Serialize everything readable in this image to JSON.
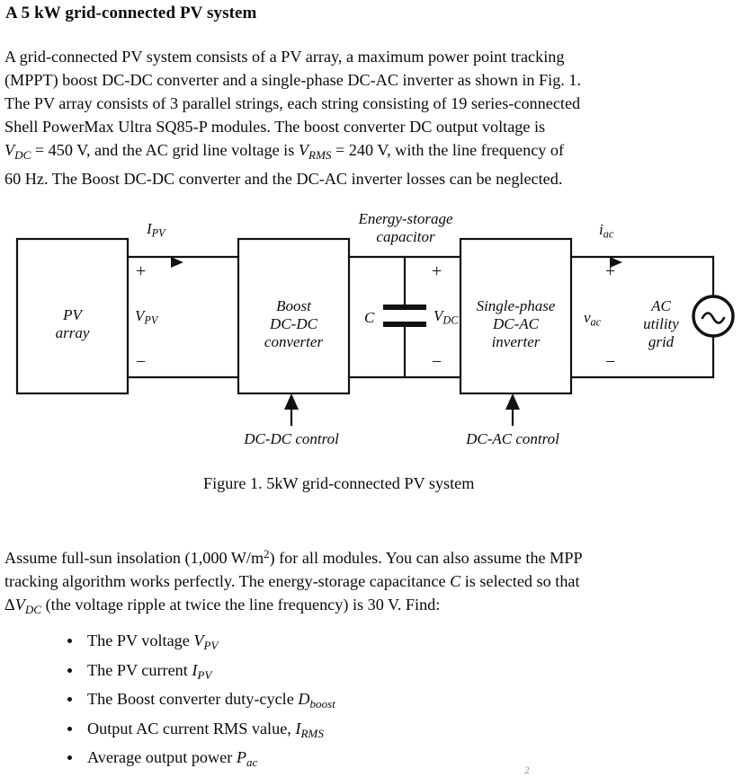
{
  "document": {
    "title": "A 5 kW grid-connected PV system",
    "paragraph1_lines": [
      "A grid-connected PV system consists of a PV array, a maximum power point tracking",
      "(MPPT) boost DC-DC converter and a single-phase DC-AC inverter as shown in Fig. 1.",
      "The PV array consists of 3 parallel strings, each string consisting of 19 series-connected",
      "Shell PowerMax Ultra SQ85-P modules. The boost converter DC output voltage is",
      "VDC = 450 V, and the AC grid line voltage is VRMS = 240 V, with the line frequency of",
      "60 Hz. The Boost DC-DC converter and the DC-AC inverter losses can be neglected."
    ],
    "figure_caption": "Figure 1. 5kW grid-connected PV system",
    "paragraph2_lines": [
      "Assume full-sun insolation (1,000 W/m2) for all modules. You can also assume the MPP",
      "tracking algorithm works perfectly. The energy-storage capacitance C is selected so that",
      "ΔVDC (the voltage ripple at twice the line frequency) is 30 V. Find:"
    ],
    "values": {
      "power_rating": "5 kW",
      "parallel_strings": "3",
      "series_modules": "19",
      "module_type": "Shell PowerMax Ultra SQ85-P",
      "V_DC": "450 V",
      "V_RMS": "240 V",
      "line_frequency": "60 Hz",
      "insolation": "1,000 W/m2",
      "voltage_ripple": "30 V"
    },
    "bullets": [
      {
        "text": "The PV voltage ",
        "sym": "V",
        "symsub": "PV",
        "after": ""
      },
      {
        "text": "The PV current ",
        "sym": "I",
        "symsub": "PV",
        "after": ""
      },
      {
        "text": "The Boost converter duty-cycle ",
        "sym": "D",
        "symsub": "boost",
        "after": ""
      },
      {
        "text": "Output AC current RMS value, ",
        "sym": "I",
        "symsub": "RMS",
        "after": ""
      },
      {
        "text": "Average output power ",
        "sym": "P",
        "symsub": "ac",
        "after": ""
      }
    ],
    "cutoff_fragment": "2"
  },
  "figure": {
    "blocks": {
      "pv_array": [
        "PV",
        "array"
      ],
      "boost": [
        "Boost",
        "DC-DC",
        "converter"
      ],
      "inverter": [
        "Single-phase",
        "DC-AC",
        "inverter"
      ],
      "grid": [
        "AC",
        "utility",
        "grid"
      ]
    },
    "labels": {
      "i_pv": {
        "sym": "I",
        "sub": "PV"
      },
      "v_pv": {
        "sym": "V",
        "sub": "PV"
      },
      "v_dc": {
        "sym": "V",
        "sub": "DC"
      },
      "i_ac": {
        "sym": "i",
        "sub": "ac"
      },
      "v_ac": {
        "sym": "v",
        "sub": "ac"
      },
      "cap_sym": "C",
      "cap_title": [
        "Energy-storage",
        "capacitor"
      ],
      "dcdc_control": "DC-DC control",
      "dcac_control": "DC-AC control",
      "plus": "+",
      "minus": "−"
    },
    "colors": {
      "line": "#111111",
      "background": "#ffffff"
    }
  }
}
